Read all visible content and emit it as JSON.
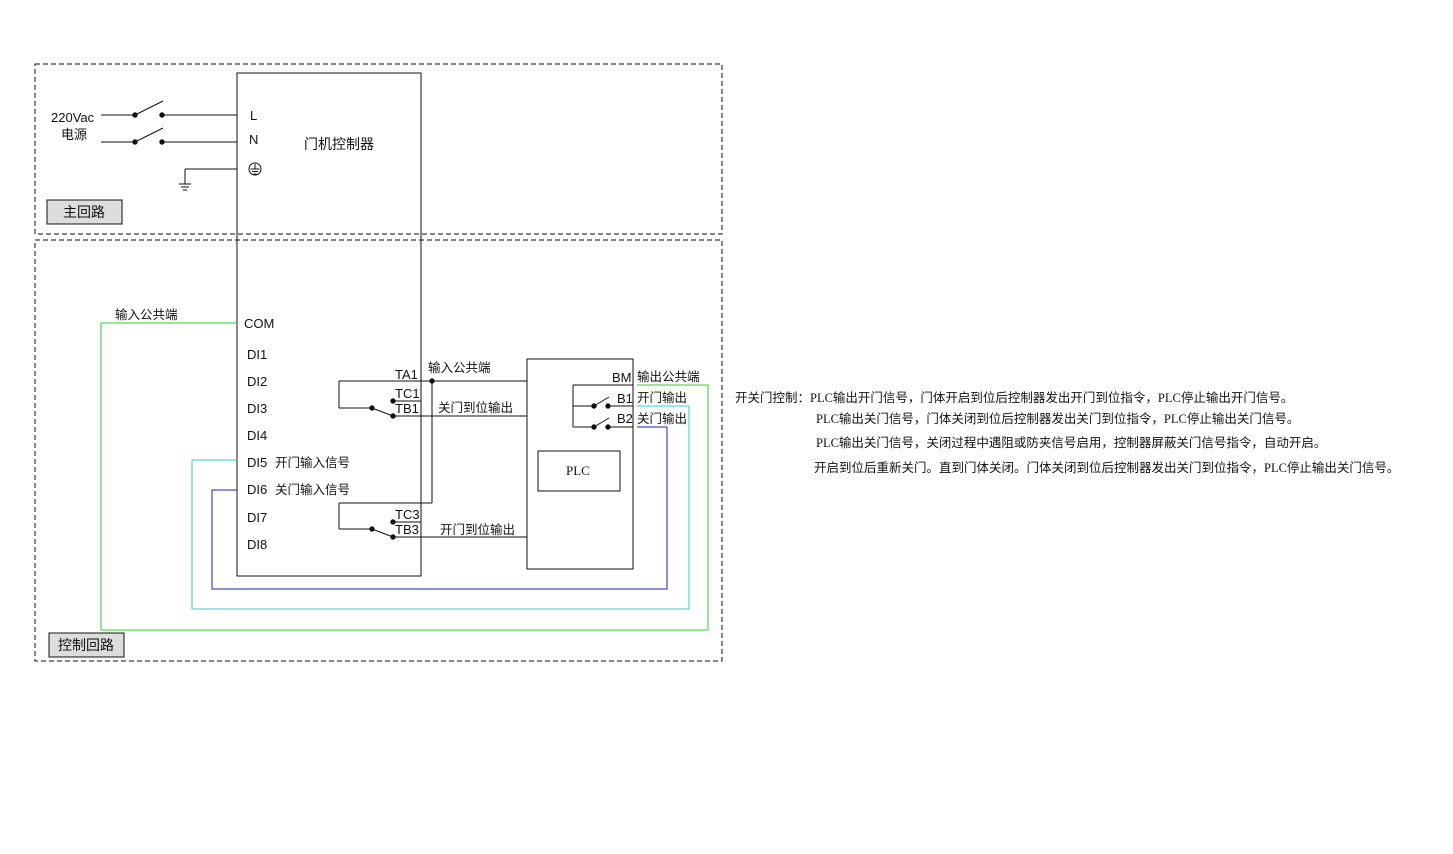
{
  "colors": {
    "line": "#111111",
    "green_wire": "#33cc33",
    "cyan_wire": "#33cccc",
    "blue_wire": "#2222aa",
    "label_box_fill": "#dddddd",
    "dashed_frame": "#111111"
  },
  "main_circuit": {
    "label": "主回路",
    "supply_voltage": "220Vac",
    "supply_name": "电源",
    "terminal_l": "L",
    "terminal_n": "N",
    "ground_icon": "ground-symbol"
  },
  "controller": {
    "title": "门机控制器",
    "com": "COM",
    "inputs": [
      "DI1",
      "DI2",
      "DI3",
      "DI4",
      "DI5",
      "DI6",
      "DI7",
      "DI8"
    ],
    "di5_note": "开门输入信号",
    "di6_note": "关门输入信号",
    "relay1": [
      "TA1",
      "TC1",
      "TB1"
    ],
    "relay2": [
      "TC3",
      "TB3"
    ]
  },
  "control_circuit": {
    "label": "控制回路",
    "input_common_left": "输入公共端",
    "input_common_mid": "输入公共端",
    "close_done_output": "关门到位输出",
    "open_done_output": "开门到位输出"
  },
  "plc": {
    "title": "PLC",
    "bm": "BM",
    "b1": "B1",
    "b2": "B2",
    "output_common": "输出公共端",
    "open_output": "开门输出",
    "close_output": "关门输出"
  },
  "notes": {
    "lines": [
      "开关门控制：PLC输出开门信号，门体开启到位后控制器发出开门到位指令，PLC停止输出开门信号。",
      "PLC输出关门信号，门体关闭到位后控制器发出关门到位指令，PLC停止输出关门信号。",
      "PLC输出关门信号，关闭过程中遇阻或防夹信号启用，控制器屏蔽关门信号指令，自动开启。",
      "开启到位后重新关门。直到门体关闭。门体关闭到位后控制器发出关门到位指令，PLC停止输出关门信号。"
    ]
  }
}
